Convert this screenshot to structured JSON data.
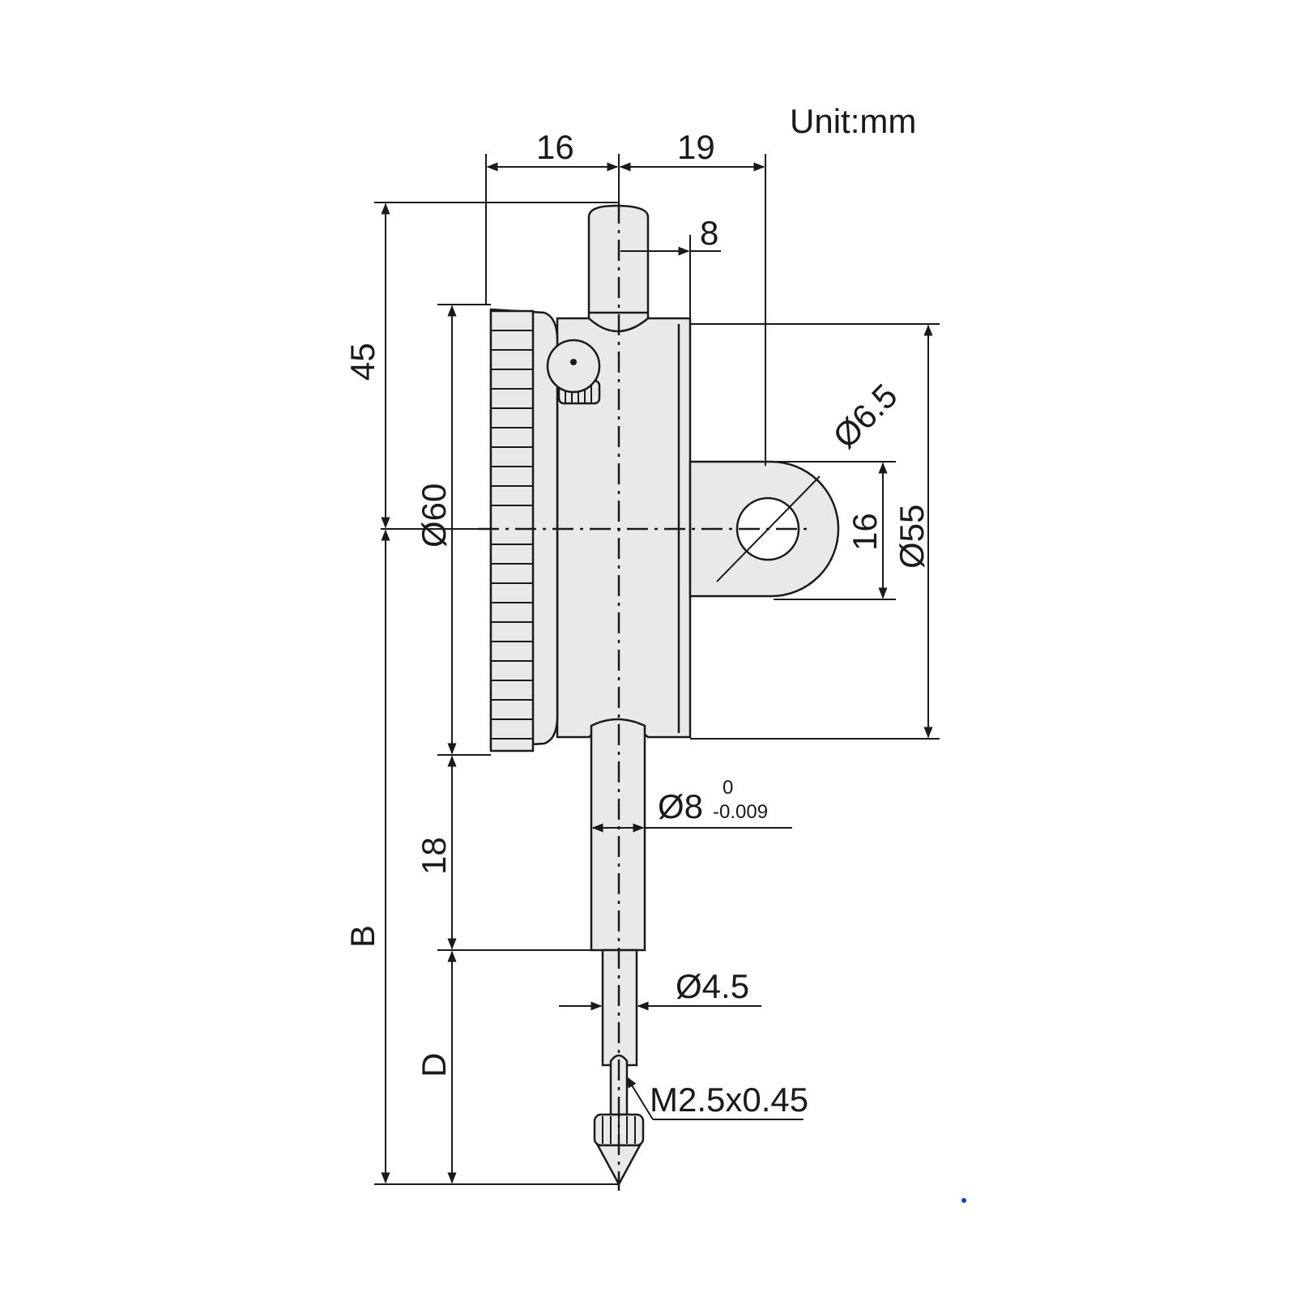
{
  "unit_label": "Unit:mm",
  "dimensions": {
    "top_left": "16",
    "top_right": "19",
    "stem_offset": "8",
    "height_top": "45",
    "dial_diameter": "Ø60",
    "back_diameter": "Ø55",
    "lug_width": "16",
    "lug_hole": "Ø6.5",
    "stem_diameter": "Ø8",
    "stem_tol_upper": "0",
    "stem_tol_lower": "-0.009",
    "stem_length": "18",
    "total_height": "B",
    "spindle_diameter": "Ø4.5",
    "spindle_length": "D",
    "thread": "M2.5x0.45"
  },
  "colors": {
    "body": "#e9e9e9",
    "line": "#1a1a1a",
    "dot": "#1a3cc8"
  }
}
